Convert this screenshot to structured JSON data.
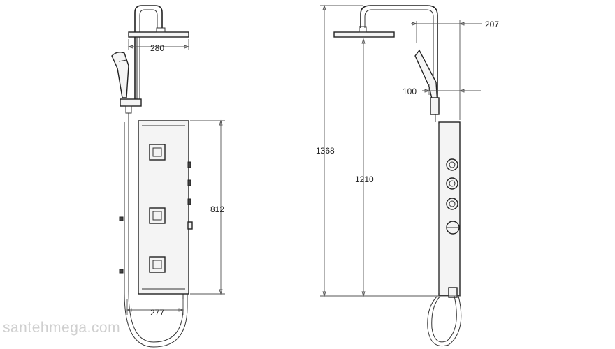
{
  "dimensions": {
    "front_head_width": "280",
    "front_panel_height": "812",
    "front_panel_width": "277",
    "side_total_height": "1368",
    "side_head_height": "1210",
    "side_arm_reach": "207",
    "side_hand_shower_offset": "100"
  },
  "watermark": "santehmega.com",
  "colors": {
    "line": "#222222",
    "panel_fill": "#f4f4f4",
    "watermark": "#cfcfcf"
  }
}
